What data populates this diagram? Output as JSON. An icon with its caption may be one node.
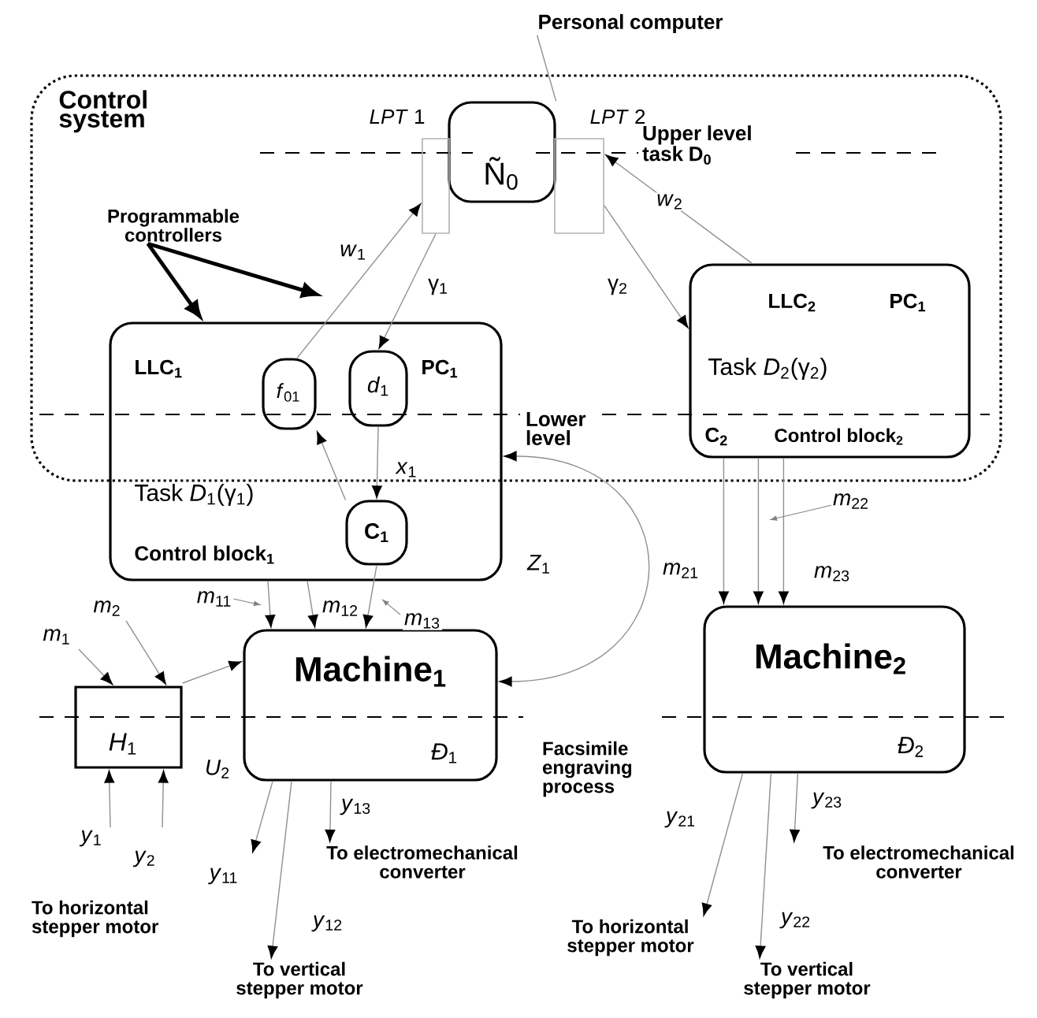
{
  "diagram": {
    "nodes": [
      {
        "text": [
          "Control system"
        ]
      },
      {
        "text": [
          "Ñ$_{0}$"
        ],
        "in": 0
      },
      {
        "text": [
          "*LPT* 1"
        ],
        "in": 0
      },
      {
        "text": [
          "*LPT* 2"
        ],
        "in": 0
      },
      {
        "text": [
          "Personal computer"
        ]
      },
      {
        "text": [
          "Programmable controllers"
        ],
        "in": 0
      },
      {
        "text": [
          "LLC$_{1}$",
          "PC$_{1}$",
          "Task *D*$_{1}$(γ$_{1}$)",
          "Control block$_{1}$"
        ]
      },
      {
        "text": [
          "*f*$_{01}$"
        ]
      },
      {
        "text": [
          "*d*$_{1}$"
        ]
      },
      {
        "text": [
          "C$_{1}$"
        ],
        "in": 6
      },
      {
        "text": [
          "LLC$_{2}$",
          "PC$_{1}$",
          "Task *D*$_{2}$(γ$_{2}$)",
          "C$_{2}$",
          "Control block$_{2}$"
        ],
        "in": 0
      },
      {
        "text": [
          "Machine$_{1}$",
          "*Đ*$_{1}$"
        ]
      },
      {
        "text": [
          "Machine$_{2}$",
          "*Đ*$_{2}$"
        ]
      },
      {
        "text": [
          "*H*$_{1}$"
        ]
      },
      {
        "text": [
          "To vertical stepper motor"
        ]
      },
      {
        "text": [
          "To electromechanical converter"
        ]
      },
      {
        "text": [
          "To horizontal stepper motor"
        ]
      },
      {
        "text": [
          "To vertical stepper motor"
        ]
      },
      {
        "text": [
          "To electromechanical converter"
        ]
      }
    ],
    "edges": [
      {
        "from": 4,
        "to": 1,
        "arrow": "none"
      },
      {
        "from": 5,
        "to": 6,
        "arrow": "to",
        "style": "thick",
        "color": "#000000"
      },
      {
        "from": 5,
        "to": null,
        "arrow": "to",
        "style": "thick",
        "color": "#000000"
      },
      {
        "from": 7,
        "to": 2,
        "arrow": "to",
        "label": "*w*$_{1}$"
      },
      {
        "from": 2,
        "to": 8,
        "arrow": "to",
        "label": "γ$_{1}$"
      },
      {
        "from": 10,
        "to": 3,
        "arrow": "to",
        "label": "*w*$_{2}$"
      },
      {
        "from": 3,
        "to": 10,
        "arrow": "to",
        "label": "γ$_{2}$"
      },
      {
        "from": 9,
        "to": 7,
        "arrow": "to"
      },
      {
        "from": 8,
        "to": 9,
        "arrow": "to",
        "label": "*x*$_{1}$"
      },
      {
        "from": 6,
        "to": 11,
        "arrow": "to",
        "label": "*m*$_{11}$"
      },
      {
        "from": 6,
        "to": 11,
        "arrow": "to",
        "label": "*m*$_{12}$"
      },
      {
        "from": 9,
        "to": 11,
        "arrow": "to",
        "label": "*m*$_{13}$"
      },
      {
        "from": 11,
        "to": 6,
        "arrow": "both",
        "label": "*Z*$_{1}$"
      },
      {
        "from": null,
        "to": 13,
        "arrow": "to",
        "label": "*m*$_{1}$"
      },
      {
        "from": null,
        "to": 13,
        "arrow": "to",
        "label": "*m*$_{2}$"
      },
      {
        "from": null,
        "to": 13,
        "arrow": "to",
        "label": "*y*$_{1}$"
      },
      {
        "from": null,
        "to": 13,
        "arrow": "to",
        "label": "*y*$_{2}$"
      },
      {
        "from": 13,
        "to": 11,
        "arrow": "to",
        "label": "*U*$_{2}$"
      },
      {
        "from": 11,
        "to": null,
        "arrow": "to",
        "label": "*y*$_{11}$"
      },
      {
        "from": 11,
        "to": 14,
        "arrow": "to",
        "label": "*y*$_{12}$"
      },
      {
        "from": 11,
        "to": 15,
        "arrow": "to",
        "label": "*y*$_{13}$"
      },
      {
        "from": 10,
        "to": 12,
        "arrow": "to",
        "label": "*m*$_{21}$"
      },
      {
        "from": 10,
        "to": 12,
        "arrow": "to",
        "label": "*m*$_{22}$"
      },
      {
        "from": 10,
        "to": 12,
        "arrow": "to",
        "label": "*m*$_{23}$"
      },
      {
        "from": 12,
        "to": 16,
        "arrow": "to",
        "label": "*y*$_{21}$"
      },
      {
        "from": 12,
        "to": 17,
        "arrow": "to",
        "label": "*y*$_{22}$"
      },
      {
        "from": 12,
        "to": 18,
        "arrow": "to",
        "label": "*y*$_{23}$"
      }
    ],
    "labels": [
      "Upper level task D$_{0}$",
      "Lower level",
      "Facsimile engraving process",
      "To horizontal stepper motor"
    ]
  }
}
